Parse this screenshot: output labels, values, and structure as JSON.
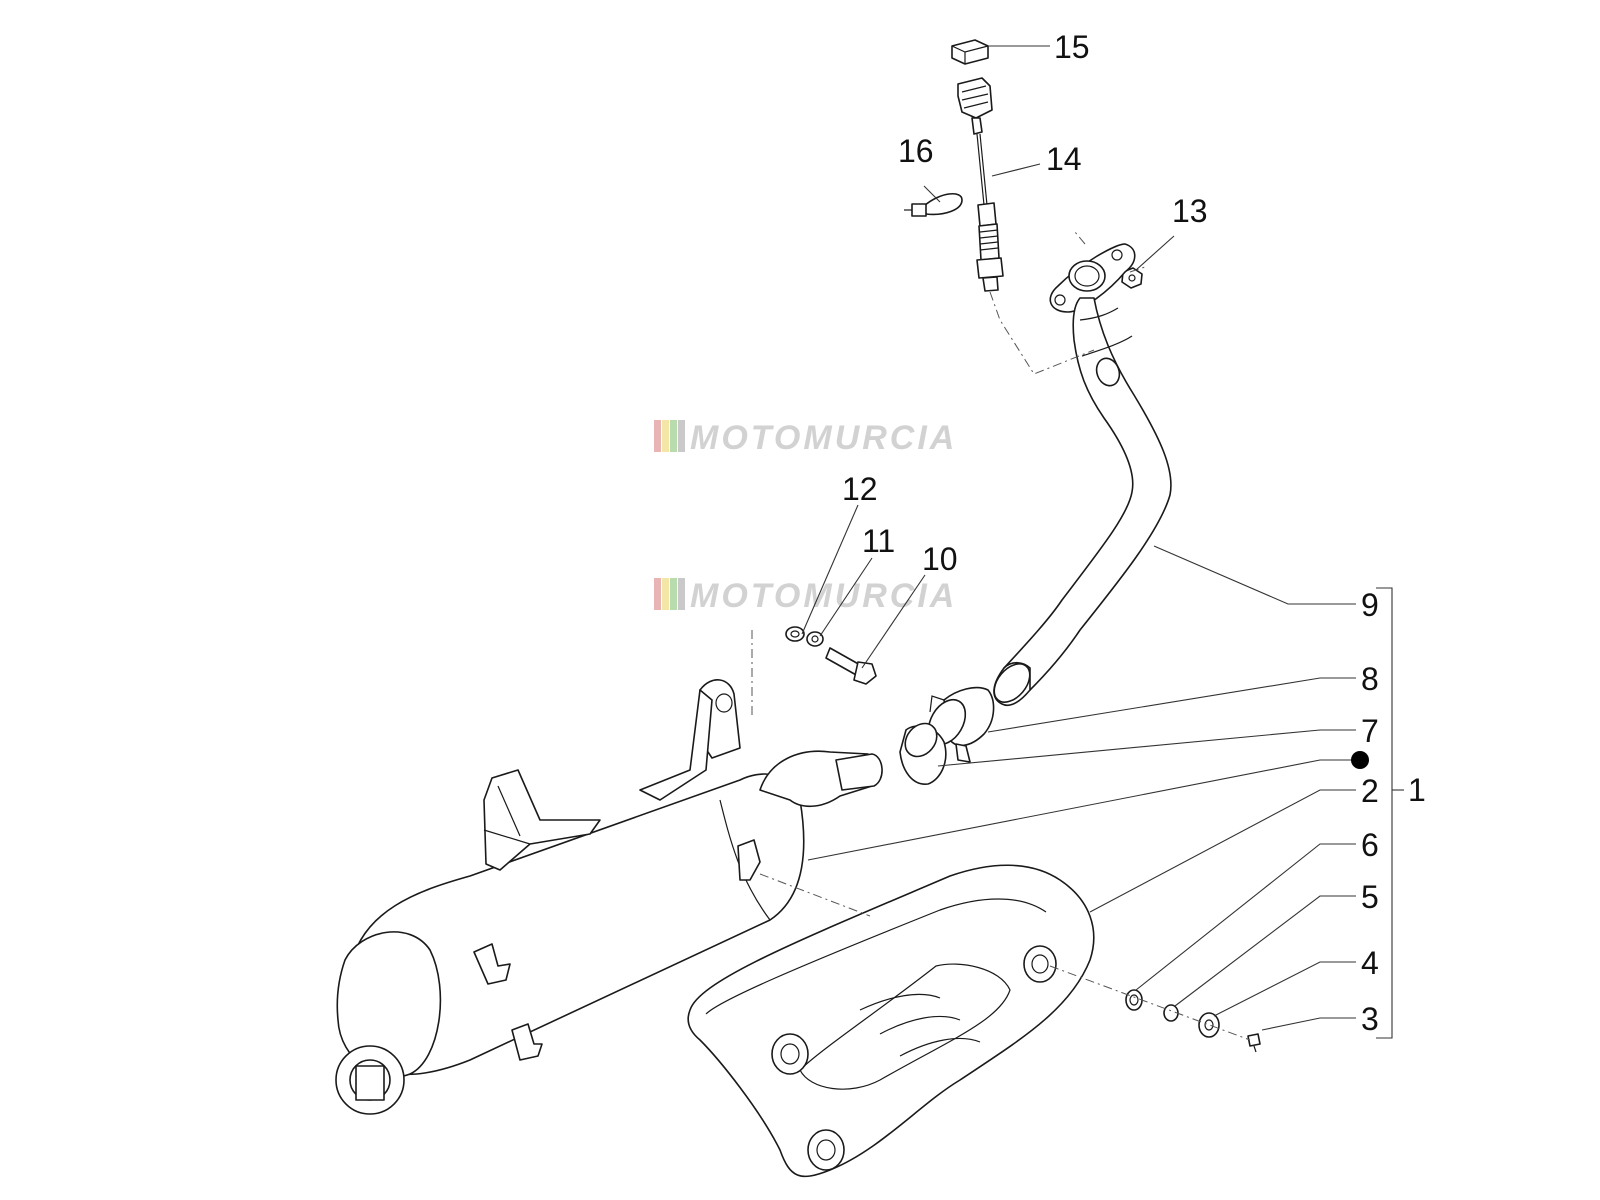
{
  "watermark": {
    "text": "MOTOMURCIA",
    "stripe_colors": [
      "#e9b4b4",
      "#f3e6a6",
      "#b9dcae",
      "#c9c9c9"
    ]
  },
  "callouts": {
    "c1": "1",
    "c2": "2",
    "c3": "3",
    "c4": "4",
    "c5": "5",
    "c6": "6",
    "c7": "7",
    "c8": "8",
    "c9": "9",
    "c10": "10",
    "c11": "11",
    "c12": "12",
    "c13": "13",
    "c14": "14",
    "c15": "15",
    "c16": "16"
  },
  "colors": {
    "line": "#1a1a1a",
    "background": "#ffffff",
    "marker": "#000000"
  }
}
